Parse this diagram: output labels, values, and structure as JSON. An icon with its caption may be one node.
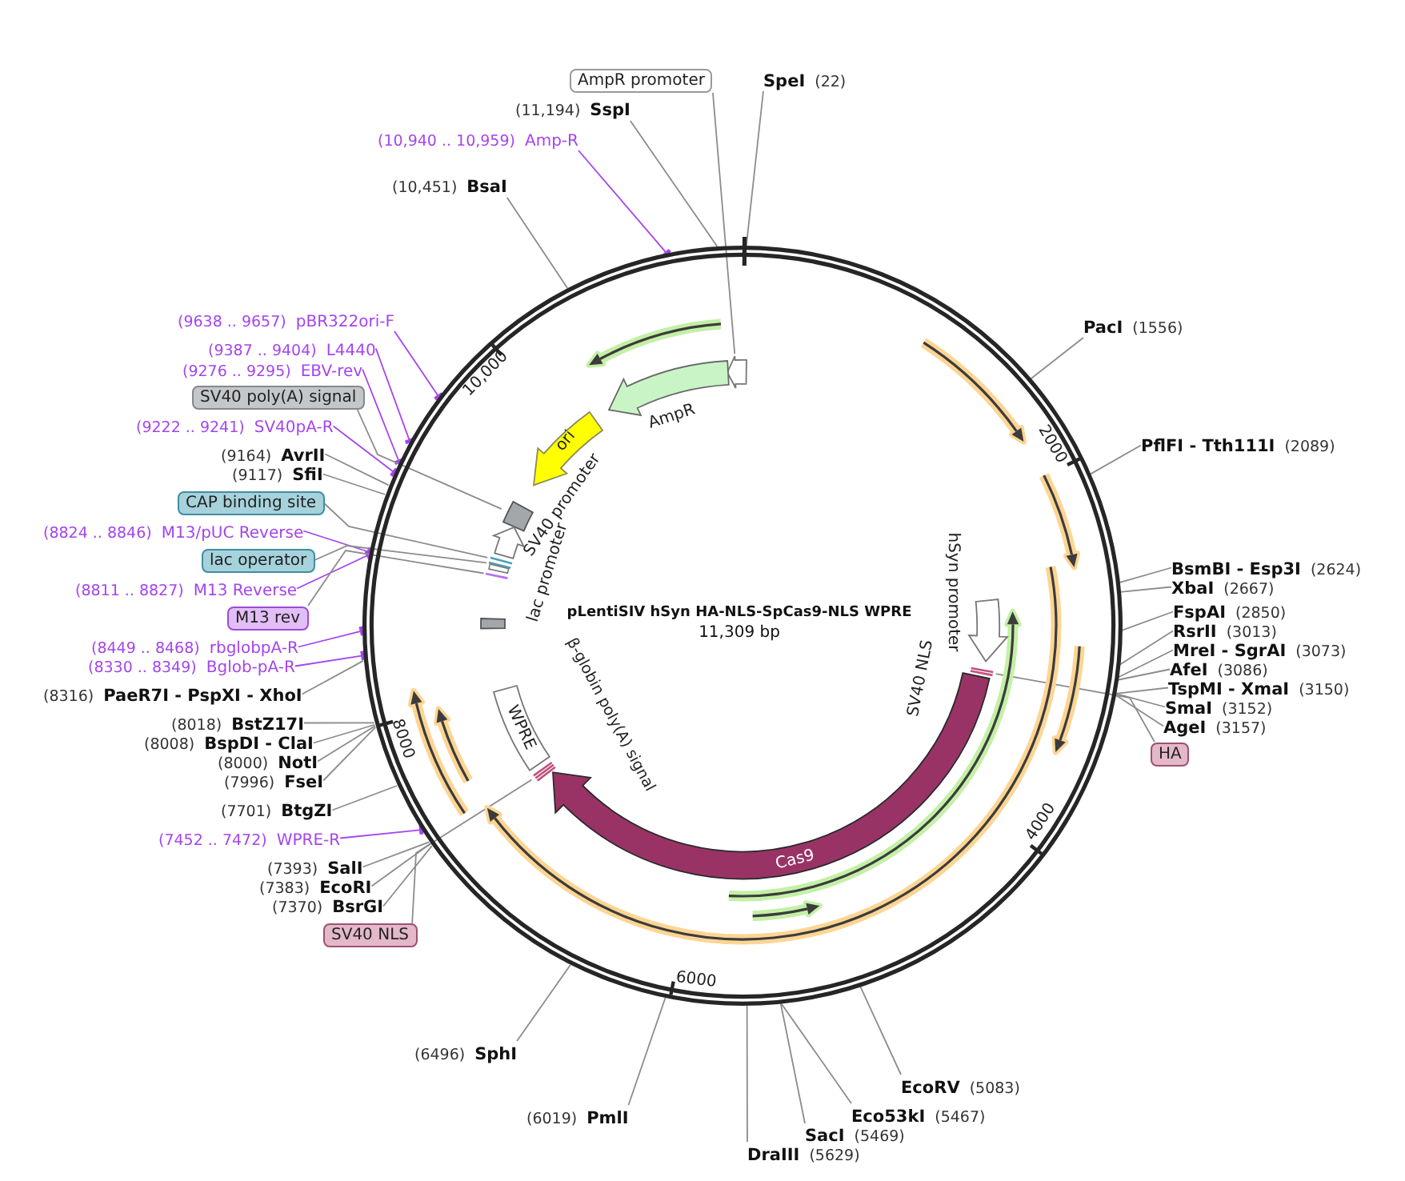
{
  "diagram": {
    "nodes": [
      {
        "text": [
          "pLentiSIV hSyn HA-NLS-SpCas9-NLS WPRE",
          "11,309 bp"
        ]
      },
      {
        "text": [],
        "shape": "arrow",
        "in": 0
      },
      {
        "text": [],
        "shape": "arrow",
        "beside": [
          "AmpR"
        ],
        "in": 0
      },
      {
        "text": [
          "ori"
        ],
        "in": 0
      },
      {
        "text": [],
        "shape": "box",
        "in": 0
      },
      {
        "text": [],
        "shape": "arrow",
        "beside": [
          "SV40 promoter"
        ],
        "in": 0
      },
      {
        "text": [],
        "shape": "bar",
        "in": 0
      },
      {
        "text": [],
        "shape": "bar",
        "in": 0
      },
      {
        "text": [],
        "shape": "bar",
        "in": 0
      },
      {
        "text": [],
        "shape": "bar",
        "in": 0
      },
      {
        "text": [],
        "shape": "box",
        "in": 0
      },
      {
        "text": [
          "WPRE"
        ],
        "in": 0
      },
      {
        "text": [],
        "shape": "bar",
        "in": 0
      },
      {
        "text": [
          "Cas9"
        ],
        "in": 0
      },
      {
        "text": [],
        "shape": "bar",
        "in": 0
      },
      {
        "text": [],
        "shape": "arrow",
        "beside": [
          "hSyn promoter"
        ],
        "in": 0
      },
      {
        "text": [
          "AmpR promoter"
        ]
      },
      {
        "text": [
          "SpeI",
          "(22)"
        ]
      },
      {
        "text": [
          "(11,194)",
          "SspI"
        ]
      },
      {
        "text": [
          "(10,940 .. 10,959)",
          "Amp-R"
        ]
      },
      {
        "text": [
          "(10,451)",
          "BsaI"
        ]
      },
      {
        "text": [
          "(9638 .. 9657)",
          "pBR322ori-F"
        ]
      },
      {
        "text": [
          "PacI",
          "(1556)"
        ]
      },
      {
        "text": [
          "(9387 .. 9404)",
          "L4440"
        ]
      },
      {
        "text": [
          "(9276 .. 9295)",
          "EBV-rev"
        ]
      },
      {
        "text": [
          "SV40 poly(A) signal"
        ]
      },
      {
        "text": [
          "(9222 .. 9241)",
          "SV40pA-R"
        ]
      },
      {
        "text": [
          "PflFI - Tth111I",
          "(2089)"
        ]
      },
      {
        "text": [
          "(9164)",
          "AvrII"
        ]
      },
      {
        "text": [
          "(9117)",
          "SfiI"
        ]
      },
      {
        "text": [
          "CAP binding site"
        ]
      },
      {
        "text": [
          "(8824 .. 8846)",
          "M13/pUC Reverse"
        ]
      },
      {
        "text": [
          "lac operator"
        ]
      },
      {
        "text": [
          "BsmBI - Esp3I",
          "(2624)"
        ]
      },
      {
        "text": [
          "XbaI",
          "(2667)"
        ]
      },
      {
        "text": [
          "(8811 .. 8827)",
          "M13 Reverse"
        ]
      },
      {
        "text": [
          "FspAI",
          "(2850)"
        ]
      },
      {
        "text": [
          "M13 rev"
        ]
      },
      {
        "text": [
          "RsrII",
          "(3013)"
        ]
      },
      {
        "text": [
          "(8449 .. 8468)",
          "rbglobpA-R"
        ]
      },
      {
        "text": [
          "MreI - SgrAI",
          "(3073)"
        ]
      },
      {
        "text": [
          "(8330 .. 8349)",
          "Bglob-pA-R"
        ]
      },
      {
        "text": [
          "AfeI",
          "(3086)"
        ]
      },
      {
        "text": [
          "TspMI - XmaI",
          "(3150)"
        ]
      },
      {
        "text": [
          "(8316)",
          "PaeR7I - PspXI - XhoI"
        ]
      },
      {
        "text": [
          "SmaI",
          "(3152)"
        ]
      },
      {
        "text": [
          "(8018)",
          "BstZ17I"
        ]
      },
      {
        "text": [
          "AgeI",
          "(3157)"
        ]
      },
      {
        "text": [
          "(8008)",
          "BspDI - ClaI"
        ]
      },
      {
        "text": [
          "HA"
        ]
      },
      {
        "text": [
          "(8000)",
          "NotI"
        ]
      },
      {
        "text": [
          "(7996)",
          "FseI"
        ]
      },
      {
        "text": [
          "(7701)",
          "BtgZI"
        ]
      },
      {
        "text": [
          "(7452 .. 7472)",
          "WPRE-R"
        ]
      },
      {
        "text": [
          "(7393)",
          "SalI"
        ]
      },
      {
        "text": [
          "(7383)",
          "EcoRI"
        ]
      },
      {
        "text": [
          "(7370)",
          "BsrGI"
        ]
      },
      {
        "text": [
          "SV40 NLS"
        ]
      },
      {
        "text": [
          "(6496)",
          "SphI"
        ]
      },
      {
        "text": [
          "EcoRV",
          "(5083)"
        ]
      },
      {
        "text": [
          "Eco53kI",
          "(5467)"
        ]
      },
      {
        "text": [
          "(6019)",
          "PmlI"
        ]
      },
      {
        "text": [
          "SacI",
          "(5469)"
        ]
      },
      {
        "text": [
          "DraIII",
          "(5629)"
        ]
      }
    ],
    "edges": [
      {
        "from": 16,
        "to": 1,
        "arrow": "none"
      },
      {
        "from": 17,
        "to": 0,
        "arrow": "none"
      },
      {
        "from": 18,
        "to": 0,
        "arrow": "none"
      },
      {
        "from": 19,
        "to": 0,
        "arrow": "other",
        "color": "#a445ee"
      },
      {
        "from": 20,
        "to": 0,
        "arrow": "none"
      },
      {
        "from": 21,
        "to": 0,
        "arrow": "other",
        "color": "#a445ee"
      },
      {
        "from": 22,
        "to": 0,
        "arrow": "none"
      },
      {
        "from": 23,
        "to": 0,
        "arrow": "other",
        "color": "#a445ee"
      },
      {
        "from": 24,
        "to": 0,
        "arrow": "other",
        "color": "#a445ee"
      },
      {
        "from": 25,
        "to": 4,
        "arrow": "none"
      },
      {
        "from": 26,
        "to": 0,
        "arrow": "other",
        "color": "#a445ee"
      },
      {
        "from": 27,
        "to": 0,
        "arrow": "none"
      },
      {
        "from": 28,
        "to": 0,
        "arrow": "none"
      },
      {
        "from": 29,
        "to": 0,
        "arrow": "none"
      },
      {
        "from": 30,
        "to": 6,
        "arrow": "none"
      },
      {
        "from": 31,
        "to": 0,
        "arrow": "other",
        "color": "#a445ee"
      },
      {
        "from": 32,
        "to": 7,
        "arrow": "none"
      },
      {
        "from": 33,
        "to": 0,
        "arrow": "none"
      },
      {
        "from": 34,
        "to": 0,
        "arrow": "none"
      },
      {
        "from": 35,
        "to": 0,
        "arrow": "other",
        "color": "#a445ee"
      },
      {
        "from": 36,
        "to": 0,
        "arrow": "none"
      },
      {
        "from": 37,
        "to": 9,
        "arrow": "none"
      },
      {
        "from": 38,
        "to": 0,
        "arrow": "none"
      },
      {
        "from": 39,
        "to": 0,
        "arrow": "other",
        "color": "#a445ee"
      },
      {
        "from": 40,
        "to": 0,
        "arrow": "none"
      },
      {
        "from": 41,
        "to": 0,
        "arrow": "other",
        "color": "#a445ee"
      },
      {
        "from": 42,
        "to": 0,
        "arrow": "none"
      },
      {
        "from": 43,
        "to": 0,
        "arrow": "none"
      },
      {
        "from": 44,
        "to": 0,
        "arrow": "none"
      },
      {
        "from": 45,
        "to": 0,
        "arrow": "none"
      },
      {
        "from": 46,
        "to": 0,
        "arrow": "none"
      },
      {
        "from": 47,
        "to": 0,
        "arrow": "none"
      },
      {
        "from": 48,
        "to": 0,
        "arrow": "none"
      },
      {
        "from": 49,
        "to": 14,
        "arrow": "none"
      },
      {
        "from": 50,
        "to": 0,
        "arrow": "none"
      },
      {
        "from": 51,
        "to": 0,
        "arrow": "none"
      },
      {
        "from": 52,
        "to": 0,
        "arrow": "none"
      },
      {
        "from": 53,
        "to": 0,
        "arrow": "other",
        "color": "#a445ee"
      },
      {
        "from": 54,
        "to": 0,
        "arrow": "none"
      },
      {
        "from": 55,
        "to": 0,
        "arrow": "none"
      },
      {
        "from": 56,
        "to": 0,
        "arrow": "none"
      },
      {
        "from": 57,
        "to": 12,
        "arrow": "none"
      },
      {
        "from": 58,
        "to": 0,
        "arrow": "none"
      },
      {
        "from": 59,
        "to": 0,
        "arrow": "none"
      },
      {
        "from": 60,
        "to": 0,
        "arrow": "none"
      },
      {
        "from": 61,
        "to": 0,
        "arrow": "none"
      },
      {
        "from": 62,
        "to": 0,
        "arrow": "none"
      },
      {
        "from": 63,
        "to": 0,
        "arrow": "none"
      }
    ],
    "labels": [
      "10,000",
      "2000",
      "lac promoter",
      "SV40 NLS",
      "β-globin poly(A) signal",
      "8000",
      "4000",
      "6000"
    ]
  }
}
